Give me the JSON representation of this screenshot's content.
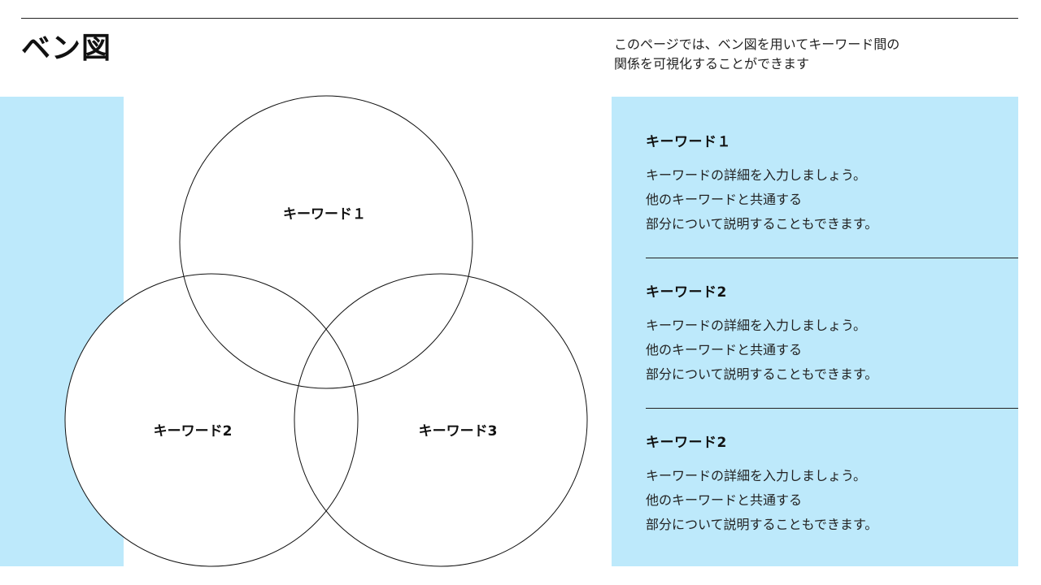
{
  "title": "ベン図",
  "intro": {
    "line1": "このページでは、ベン図を用いてキーワード間の",
    "line2": "関係を可視化することができます"
  },
  "venn": {
    "circles": [
      {
        "label": "キーワード１"
      },
      {
        "label": "キーワード2"
      },
      {
        "label": "キーワード3"
      }
    ]
  },
  "cards": [
    {
      "heading": "キーワード１",
      "lines": [
        "キーワードの詳細を入力しましょう。",
        "他のキーワードと共通する",
        "部分について説明することもできます。"
      ]
    },
    {
      "heading": "キーワード2",
      "lines": [
        "キーワードの詳細を入力しましょう。",
        "他のキーワードと共通する",
        "部分について説明することもできます。"
      ]
    },
    {
      "heading": "キーワード2",
      "lines": [
        "キーワードの詳細を入力しましょう。",
        "他のキーワードと共通する",
        "部分について説明することもできます。"
      ]
    }
  ],
  "colors": {
    "accent_band": "#bde9fb",
    "line": "#111111"
  }
}
